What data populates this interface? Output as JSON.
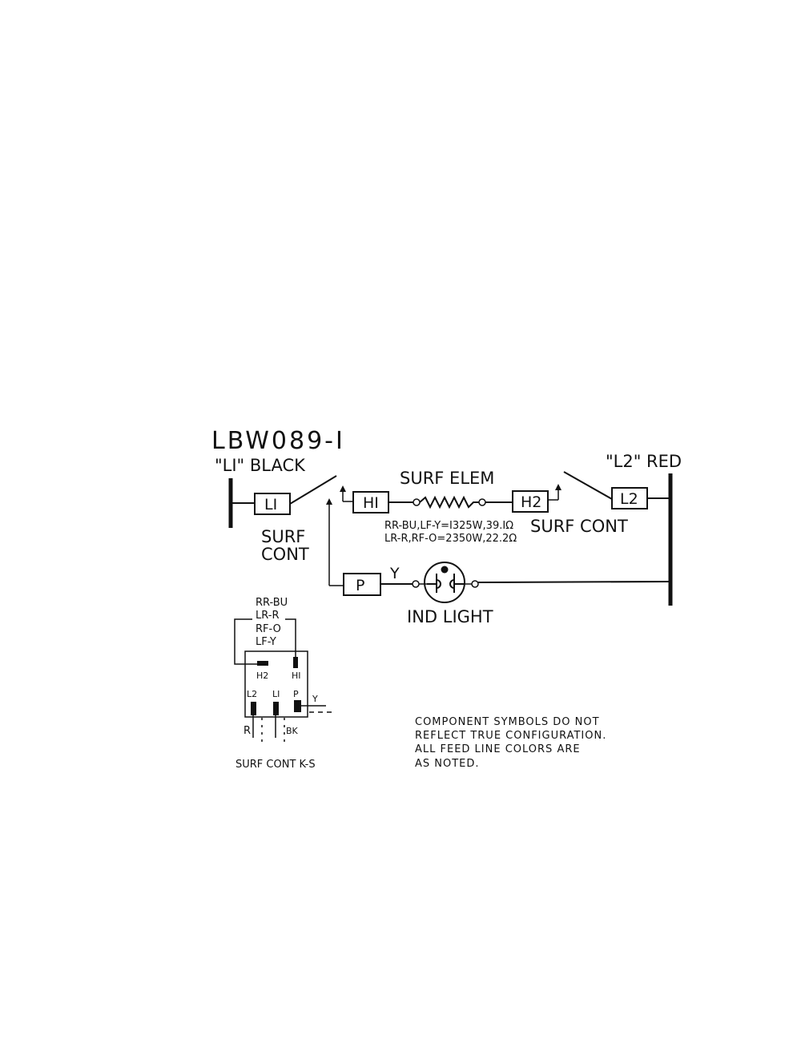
{
  "title": "LBW089-I",
  "l1_feed": "\"LI\" BLACK",
  "l2_feed": "\"L2\" RED",
  "left_control": {
    "box": "LI",
    "label_line1": "SURF",
    "label_line2": "CONT"
  },
  "right_control": {
    "box": "L2",
    "label": "SURF  CONT"
  },
  "element": {
    "label": "SURF  ELEM",
    "terminal_left": "HI",
    "terminal_right": "H2",
    "rating_line1": "RR-BU,LF-Y=I325W,39.IΩ",
    "rating_line2": "LR-R,RF-O=2350W,22.2Ω"
  },
  "indicator": {
    "box": "P",
    "wire": "Y",
    "label": "IND  LIGHT"
  },
  "switch_detail": {
    "colors": [
      "RR-BU",
      "LR-R",
      "RF-O",
      "LF-Y"
    ],
    "top_terminals": [
      "H2",
      "HI"
    ],
    "bottom_terminals": [
      "L2",
      "LI",
      "P"
    ],
    "wire_y": "Y",
    "wire_r": "R",
    "wire_bk": "BK",
    "caption": "SURF  CONT  K-S"
  },
  "note": {
    "line1": "COMPONENT  SYMBOLS  DO  NOT",
    "line2": "REFLECT  TRUE  CONFIGURATION.",
    "line3": "ALL  FEED  LINE  COLORS  ARE",
    "line4": "AS  NOTED."
  }
}
